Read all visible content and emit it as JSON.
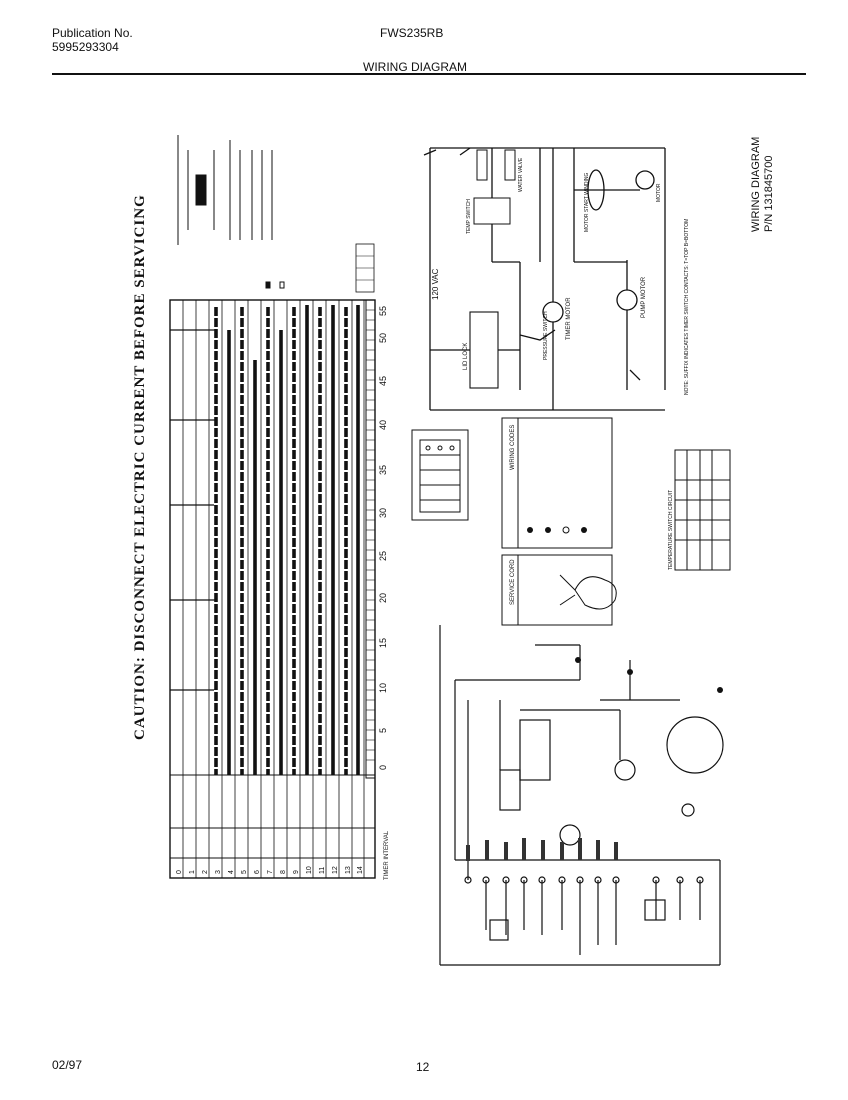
{
  "header": {
    "publication_label": "Publication No.",
    "publication_number": "5995293304",
    "model": "FWS235RB",
    "section_title": "WIRING DIAGRAM"
  },
  "caution": "CAUTION: DISCONNECT ELECTRIC CURRENT BEFORE SERVICING",
  "schematic": {
    "title": "WIRING DIAGRAM",
    "part_number": "P/N 131845700",
    "supply": "120 VAC",
    "labels": {
      "lid_lock": "LID LOCK",
      "pressure_switch": "PRESSURE SWITCH",
      "timer_motor": "TIMER MOTOR",
      "pump_motor": "PUMP MOTOR",
      "temp_switch": "TEMP SWITCH",
      "water_valve": "WATER VALVE",
      "motor_start_winding": "MOTOR START WINDING",
      "motor": "MOTOR"
    },
    "note": "NOTE: SUFFIX INDICATES TIMER SWITCH CONTACTS: T=TOP B=BOTTOM"
  },
  "timer_chart": {
    "scale_numbers": [
      "0",
      "5",
      "10",
      "15",
      "20",
      "25",
      "30",
      "35",
      "40",
      "45",
      "50",
      "55"
    ],
    "row_numbers": [
      "0",
      "1",
      "2",
      "3",
      "4",
      "5",
      "6",
      "7",
      "8",
      "9",
      "10",
      "11",
      "12",
      "13",
      "14"
    ],
    "footnote": "TIMER INTERVAL"
  },
  "boxes": {
    "wiring_codes_title": "WIRING CODES",
    "service_cord": "SERVICE CORD",
    "temperature_chart": "TEMPERATURE SWITCH CIRCUIT"
  },
  "footer": {
    "date": "02/97",
    "page": "12"
  }
}
